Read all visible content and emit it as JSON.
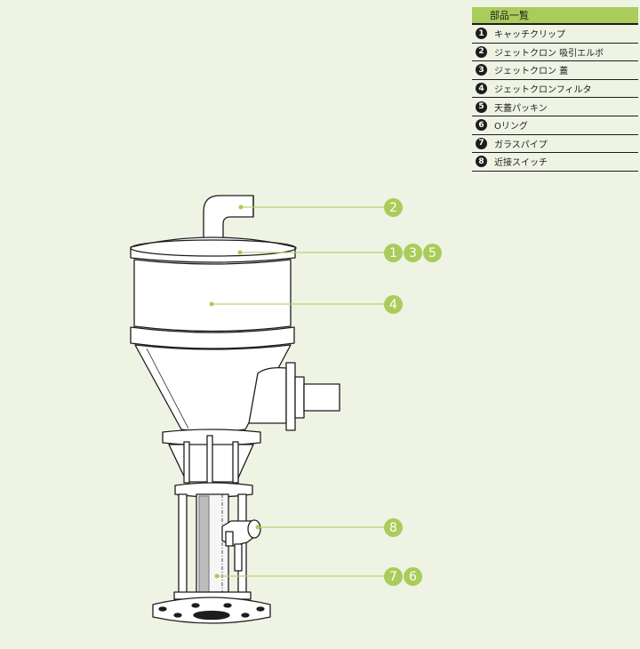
{
  "parts_list": {
    "title": "部品一覧",
    "items": [
      {
        "num": "1",
        "label": "キャッチクリップ"
      },
      {
        "num": "2",
        "label": "ジェットクロン 吸引エルボ"
      },
      {
        "num": "3",
        "label": "ジェットクロン 蓋"
      },
      {
        "num": "4",
        "label": "ジェットクロンフィルタ"
      },
      {
        "num": "5",
        "label": "天蓋パッキン"
      },
      {
        "num": "6",
        "label": "Oリング"
      },
      {
        "num": "7",
        "label": "ガラスパイプ"
      },
      {
        "num": "8",
        "label": "近接スイッチ"
      }
    ]
  },
  "callouts": {
    "elbow": [
      "2"
    ],
    "lid": [
      "1",
      "3",
      "5"
    ],
    "filter": [
      "4"
    ],
    "switch": [
      "8"
    ],
    "glass": [
      "7",
      "6"
    ]
  },
  "colors": {
    "background": "#eef3e4",
    "accent": "#a9cc5a",
    "ink": "#1d1d1d"
  }
}
